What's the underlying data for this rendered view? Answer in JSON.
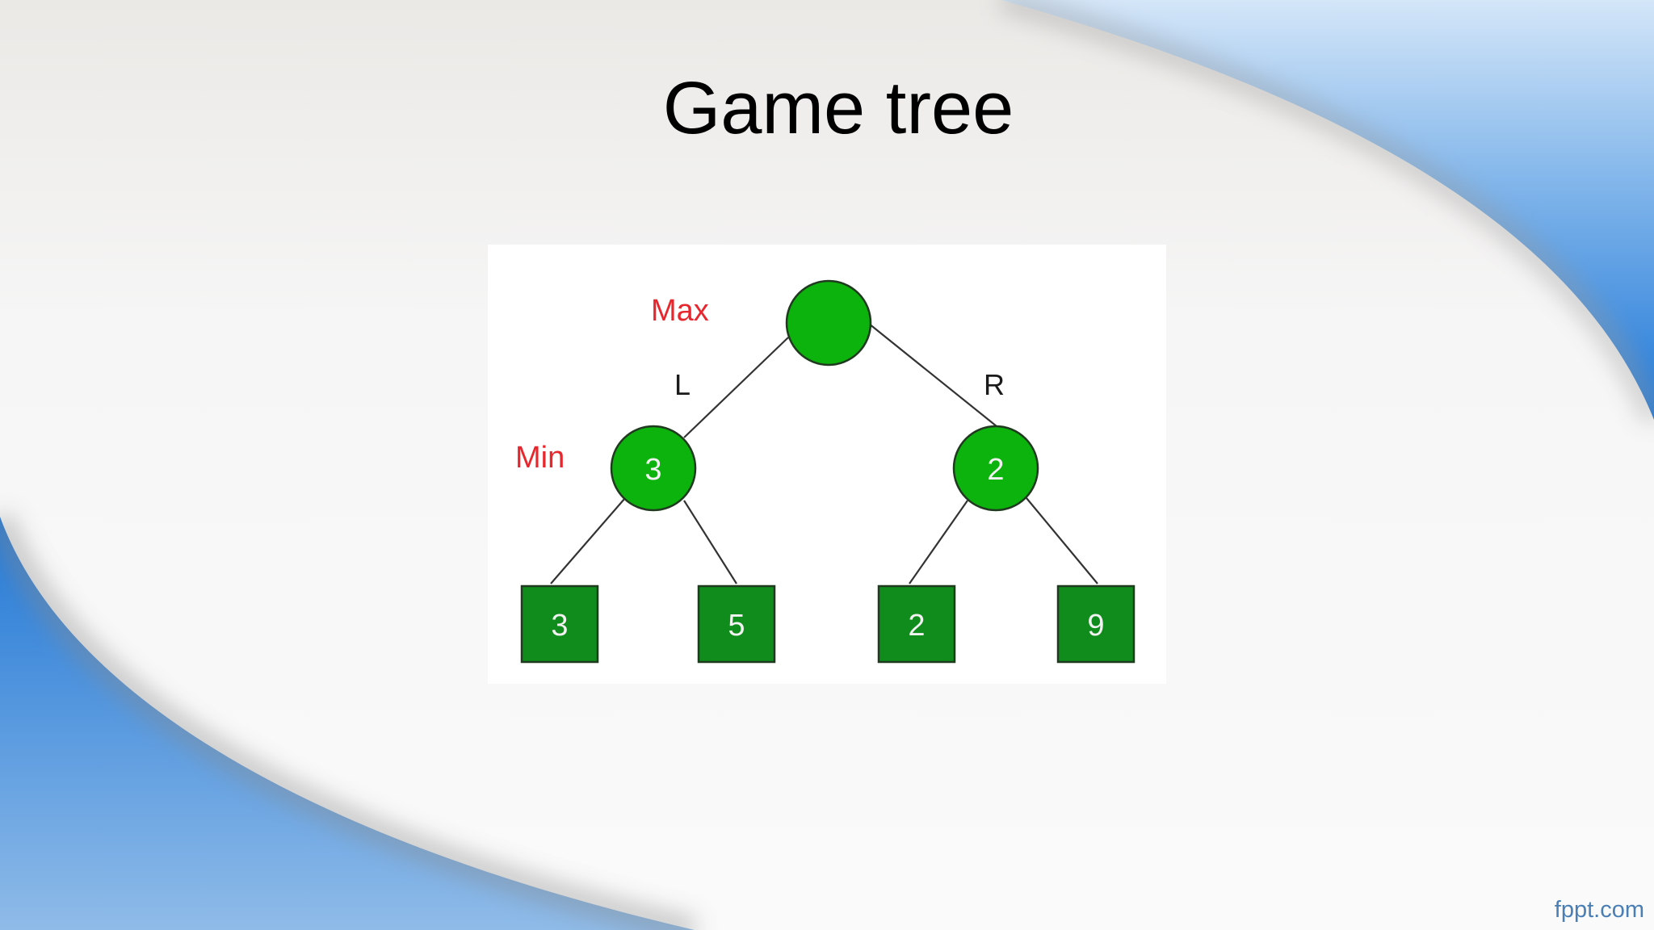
{
  "slide": {
    "title": "Game tree",
    "footer_brand": "fppt.com"
  },
  "diagram": {
    "level_labels": {
      "max": "Max",
      "min": "Min"
    },
    "edge_labels": {
      "left": "L",
      "right": "R"
    },
    "root": {
      "value": ""
    },
    "min_nodes": [
      {
        "value": "3"
      },
      {
        "value": "2"
      }
    ],
    "leaves": [
      {
        "value": "3"
      },
      {
        "value": "5"
      },
      {
        "value": "2"
      },
      {
        "value": "9"
      }
    ],
    "colors": {
      "node_fill": "#0db30d",
      "leaf_fill": "#0f8c1b",
      "outline": "#1f3a1f",
      "label_red": "#e8262d",
      "node_text": "#f2f2f2",
      "accent_blue": "#2f80d6"
    }
  }
}
